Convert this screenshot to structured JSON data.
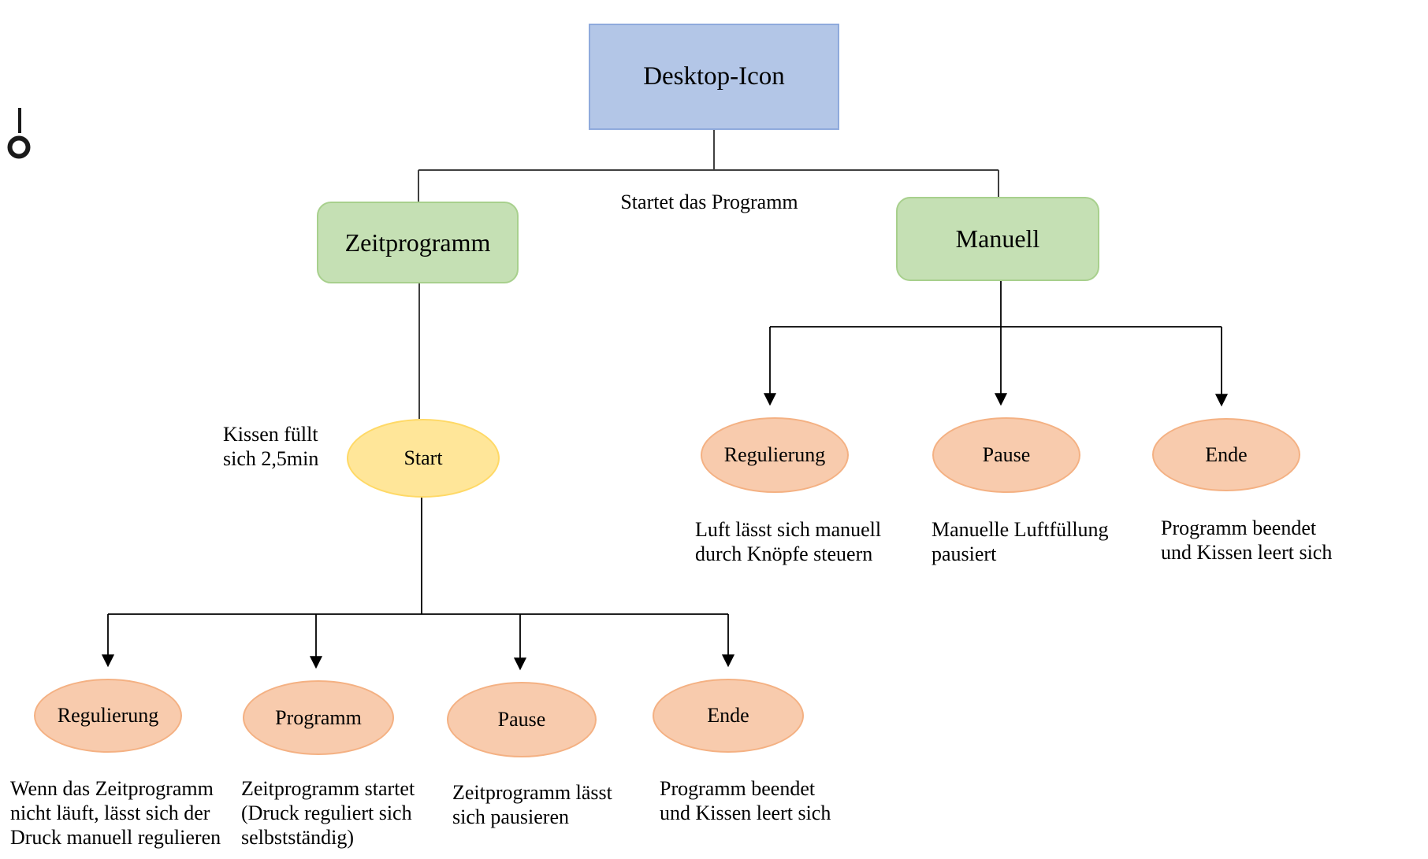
{
  "diagram": {
    "colors": {
      "root_fill": "#b3c6e7",
      "root_border": "#8faadc",
      "branch_fill": "#c5e0b4",
      "branch_border": "#a8d08d",
      "start_fill": "#ffe699",
      "start_border": "#ffd966",
      "leaf_fill": "#f8cbad",
      "leaf_border": "#f4b183",
      "connector": "#404040"
    },
    "root": {
      "label": "Desktop-Icon"
    },
    "root_caption": "Startet das Programm",
    "branches": {
      "zeitprogramm": {
        "label": "Zeitprogramm",
        "start": {
          "label": "Start",
          "note": "Kissen füllt\nsich 2,5min"
        },
        "children": [
          {
            "label": "Regulierung",
            "description": "Wenn das Zeitprogramm\nnicht läuft, lässt sich der\nDruck manuell regulieren"
          },
          {
            "label": "Programm",
            "description": "Zeitprogramm startet\n(Druck reguliert sich\nselbstständig)"
          },
          {
            "label": "Pause",
            "description": "Zeitprogramm lässt\nsich pausieren"
          },
          {
            "label": "Ende",
            "description": "Programm beendet\nund Kissen leert sich"
          }
        ]
      },
      "manuell": {
        "label": "Manuell",
        "children": [
          {
            "label": "Regulierung",
            "description": "Luft lässt sich manuell\ndurch Knöpfe steuern"
          },
          {
            "label": "Pause",
            "description": "Manuelle Luftfüllung\npausiert"
          },
          {
            "label": "Ende",
            "description": "Programm beendet\nund Kissen leert sich"
          }
        ]
      }
    }
  }
}
